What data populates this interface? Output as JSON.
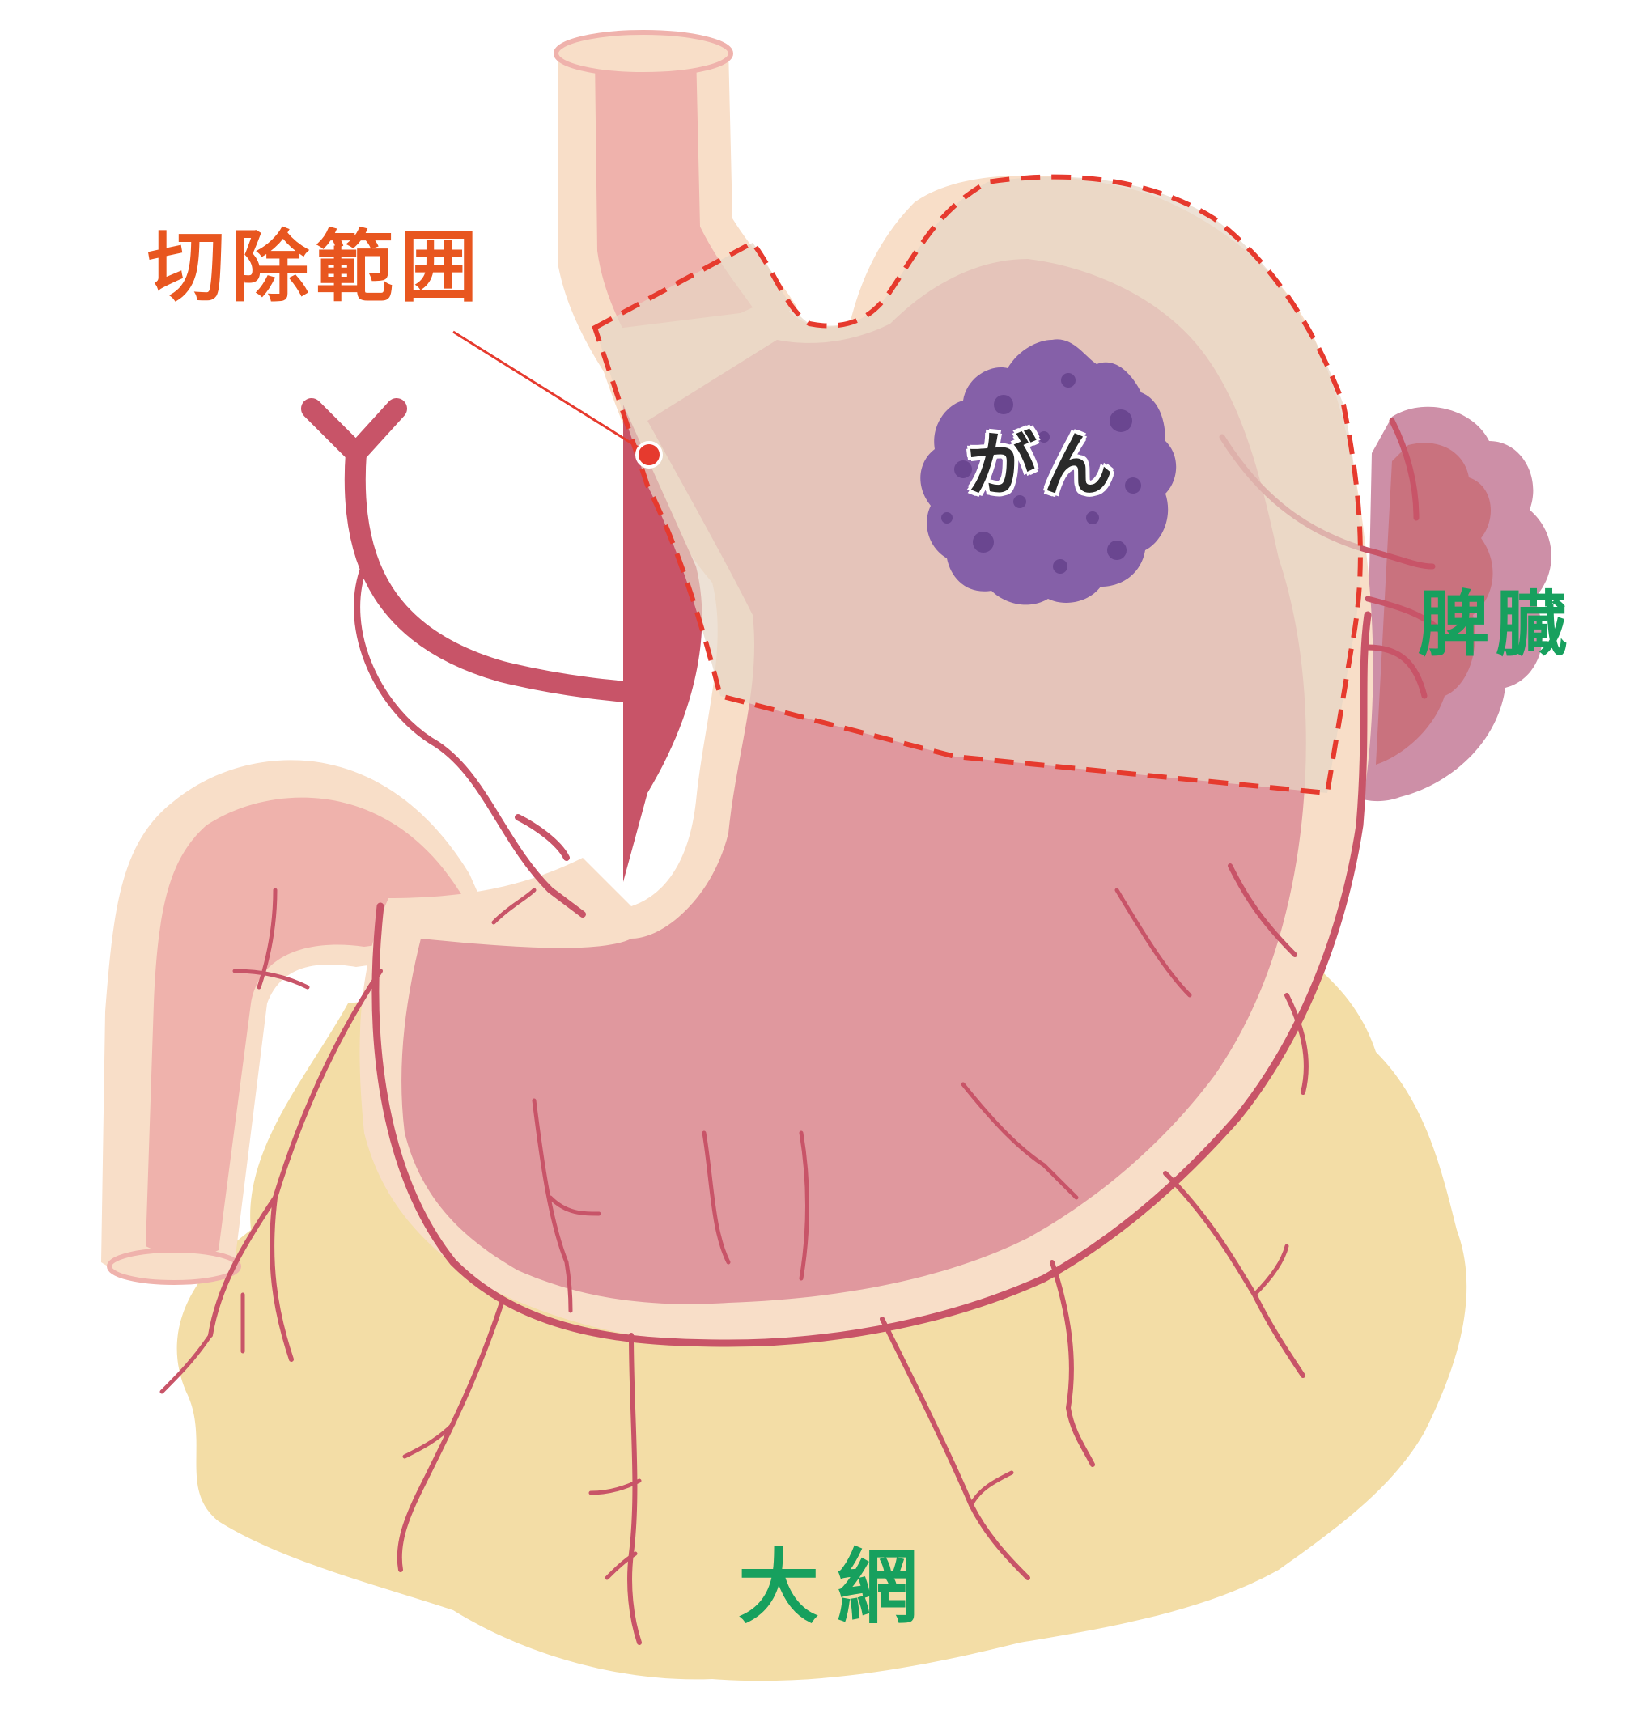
{
  "labels": {
    "resection_area": "切除範囲",
    "cancer": "がん",
    "spleen": "脾臓",
    "omentum": "大網"
  },
  "colors": {
    "resection_label": "#E8561F",
    "organ_label": "#17A05E",
    "cut_line": "#E63A2E",
    "cancer": "#8560A8",
    "omentum": "#F3DDA6",
    "vessel": "#C85468",
    "stomach_wall": "#F8DEC8",
    "stomach_inner": "#E0989E",
    "spleen_outer": "#CD8FA7",
    "spleen_inner": "#C9727E"
  }
}
